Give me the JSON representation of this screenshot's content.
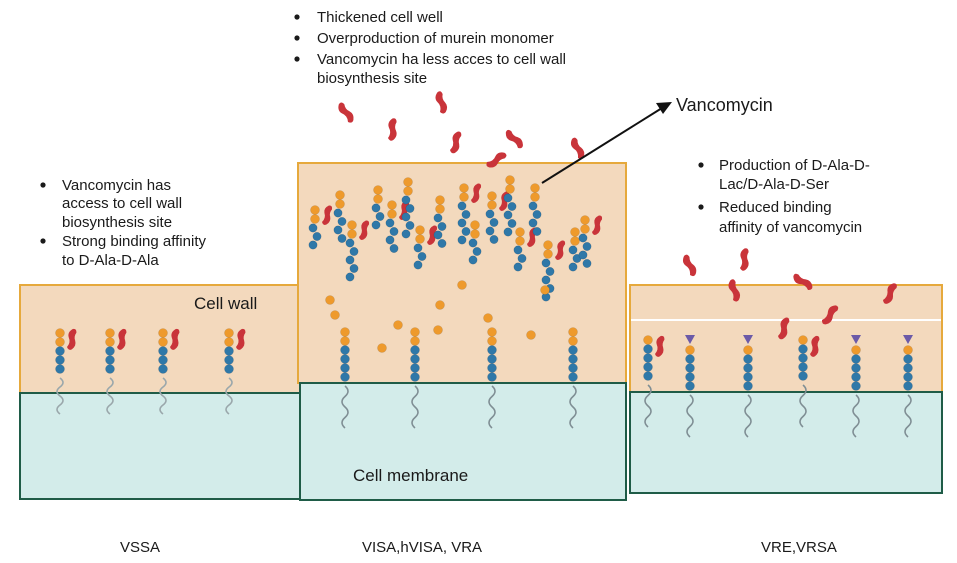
{
  "labels": {
    "cell_wall": "Cell wall",
    "cell_membrane": "Cell membrane",
    "vancomycin": "Vancomycin"
  },
  "cases": [
    {
      "name": "VSSA",
      "bullets": [
        [
          "Vancomycin has",
          "access to cell wall",
          "biosynthesis site"
        ],
        [
          "Strong binding affinity",
          "to D-Ala-D-Ala"
        ]
      ]
    },
    {
      "name": "VISA,hVISA, VRA",
      "bullets": [
        [
          "Thickened cell well"
        ],
        [
          "Overproduction of murein monomer"
        ],
        [
          "Vancomycin ha less acces to cell wall",
          "biosynthesis site"
        ]
      ]
    },
    {
      "name": "VRE,VRSA",
      "bullets": [
        [
          "Production of D-Ala-D-",
          "Lac/D-Ala-D-Ser"
        ],
        [
          "Reduced binding",
          "affinity of vancomycin"
        ]
      ]
    }
  ],
  "colors": {
    "cell_wall_fill": "#f3d9bd",
    "cell_wall_border": "#e6a93c",
    "membrane_fill": "#d3ecea",
    "membrane_border": "#1f5c47",
    "vancomycin": "#c9343a",
    "dala_bead": "#ee9a2c",
    "sugar_bead": "#2f78a8",
    "lac_ser_triangle": "#6b5aa8"
  }
}
